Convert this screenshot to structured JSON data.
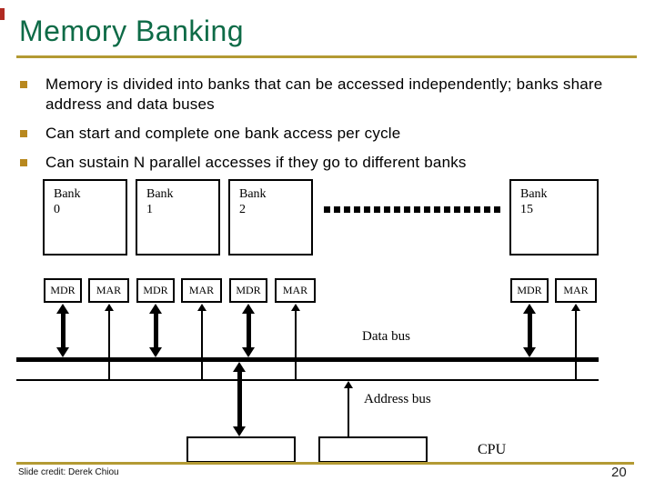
{
  "slide": {
    "title": "Memory Banking",
    "bullets": [
      "Memory is divided into banks that can be accessed independently; banks share address and data buses",
      "Can start and complete one bank access per cycle",
      "Can sustain N parallel accesses if they go to different banks"
    ],
    "footer": "Slide credit: Derek Chiou",
    "page_number": "20",
    "colors": {
      "title_green": "#0E6B47",
      "gold_rule": "#B39A33",
      "bullet_gold": "#B8881E",
      "red_fragment": "#B02A22"
    }
  },
  "diagram": {
    "banks": [
      {
        "label": "Bank",
        "number": "0"
      },
      {
        "label": "Bank",
        "number": "1"
      },
      {
        "label": "Bank",
        "number": "2"
      },
      {
        "label": "Bank",
        "number": "15"
      }
    ],
    "register_labels": {
      "mdr": "MDR",
      "mar": "MAR"
    },
    "data_bus_label": "Data bus",
    "address_bus_label": "Address bus",
    "cpu_label": "CPU",
    "ellipsis": "dotted-continuation"
  }
}
